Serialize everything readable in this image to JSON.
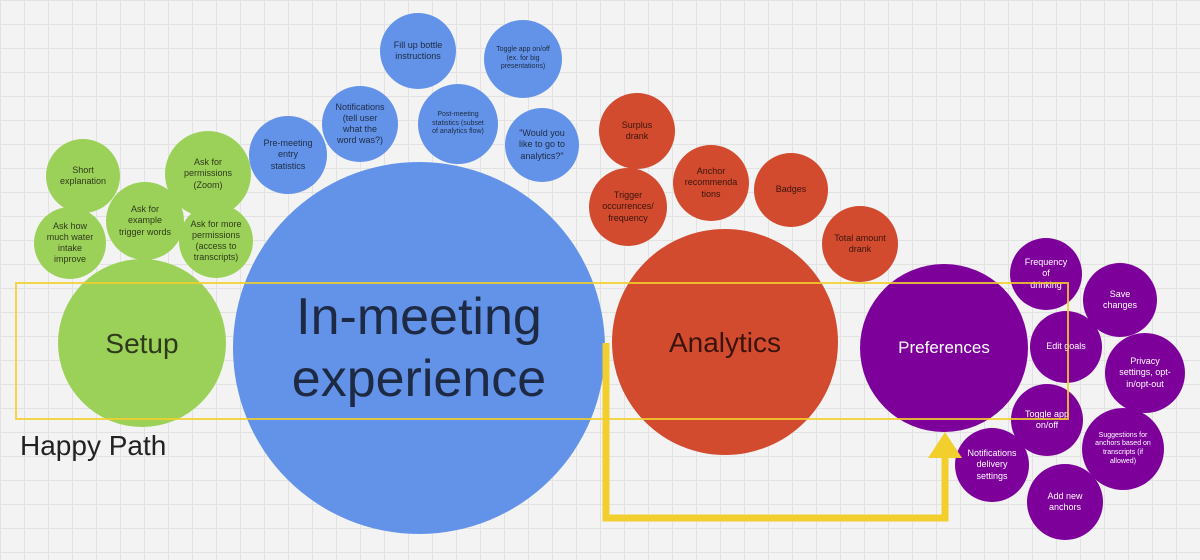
{
  "diagram": {
    "label": "Happy Path",
    "colors": {
      "setup": "#9bd158",
      "in_meeting": "#6293e8",
      "analytics": "#d24b2f",
      "preferences": "#7d009b",
      "highlight": "#f2cf2c"
    },
    "setup": {
      "main": "Setup",
      "subs": [
        "Short\nexplanation",
        "Ask for\npermissions\n(Zoom)",
        "Ask for\nexample\ntrigger words",
        "Ask how\nmuch water\nintake\nimprove",
        "Ask for more\npermissions\n(access to\ntranscripts)"
      ]
    },
    "in_meeting": {
      "main": "In-meeting\nexperience",
      "subs": [
        "Fill up bottle\ninstructions",
        "Toggle app on/off\n(ex. for big\npresentations)",
        "Notifications\n(tell user\nwhat the\nword was?)",
        "Post-meeting\nstatistics (subset\nof analytics flow)",
        "Pre-meeting\nentry\nstatistics",
        "\"Would you\nlike to go to\nanalytics?\""
      ]
    },
    "analytics": {
      "main": "Analytics",
      "subs": [
        "Surplus\ndrank",
        "Anchor\nrecommenda\ntions",
        "Trigger\noccurrences/\nfrequency",
        "Badges",
        "Total amount\ndrank"
      ]
    },
    "preferences": {
      "main": "Preferences",
      "subs": [
        "Frequency of\ndrinking",
        "Save changes",
        "Edit goals",
        "Privacy\nsettings, opt-\nin/opt-out",
        "Toggle app\non/off",
        "Suggestions for\nanchors based on\ntranscripts (if\nallowed)",
        "Notifications\ndelivery\nsettings",
        "Add new\nanchors"
      ]
    }
  }
}
